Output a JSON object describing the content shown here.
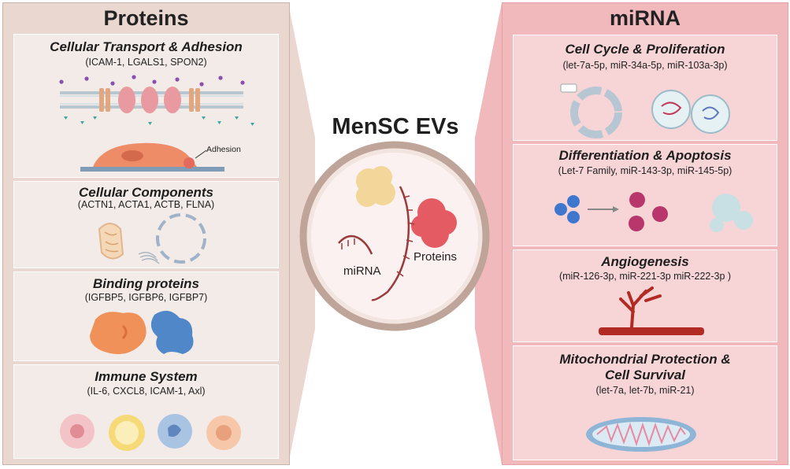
{
  "left": {
    "title": "Proteins",
    "sections": [
      {
        "title": "Cellular Transport & Adhesion",
        "items": "(ICAM-1, LGALS1, SPON2)",
        "annotation": "Adhesion"
      },
      {
        "title": "Cellular Components",
        "items": "(ACTN1, ACTA1, ACTB, FLNA)"
      },
      {
        "title": "Binding proteins",
        "items": "(IGFBP5, IGFBP6, IGFBP7)"
      },
      {
        "title": "Immune System",
        "items": "(IL-6, CXCL8, ICAM-1, Axl)"
      }
    ]
  },
  "center": {
    "title": "MenSC EVs",
    "label_mirna": "miRNA",
    "label_proteins": "Proteins"
  },
  "right": {
    "title": "miRNA",
    "sections": [
      {
        "title": "Cell Cycle & Proliferation",
        "items": "(let-7a-5p, miR-34a-5p, miR-103a-3p)"
      },
      {
        "title": "Differentiation & Apoptosis",
        "items": "(Let-7 Family, miR-143-3p, miR-145-5p)"
      },
      {
        "title": "Angiogenesis",
        "items": "(miR-126-3p, miR-221-3p miR-222-3p )"
      },
      {
        "title_line1": "Mitochondrial Protection &",
        "title_line2": "Cell Survival",
        "items": "(let-7a, let-7b, miR-21)"
      }
    ]
  },
  "colors": {
    "left_panel": "#ead7d0",
    "right_panel": "#f2b9bd",
    "vesicle_ring": "#bfa49a",
    "protein_orange": "#f0915a",
    "protein_blue": "#4f87c8",
    "blood_vessel": "#b22a24"
  }
}
